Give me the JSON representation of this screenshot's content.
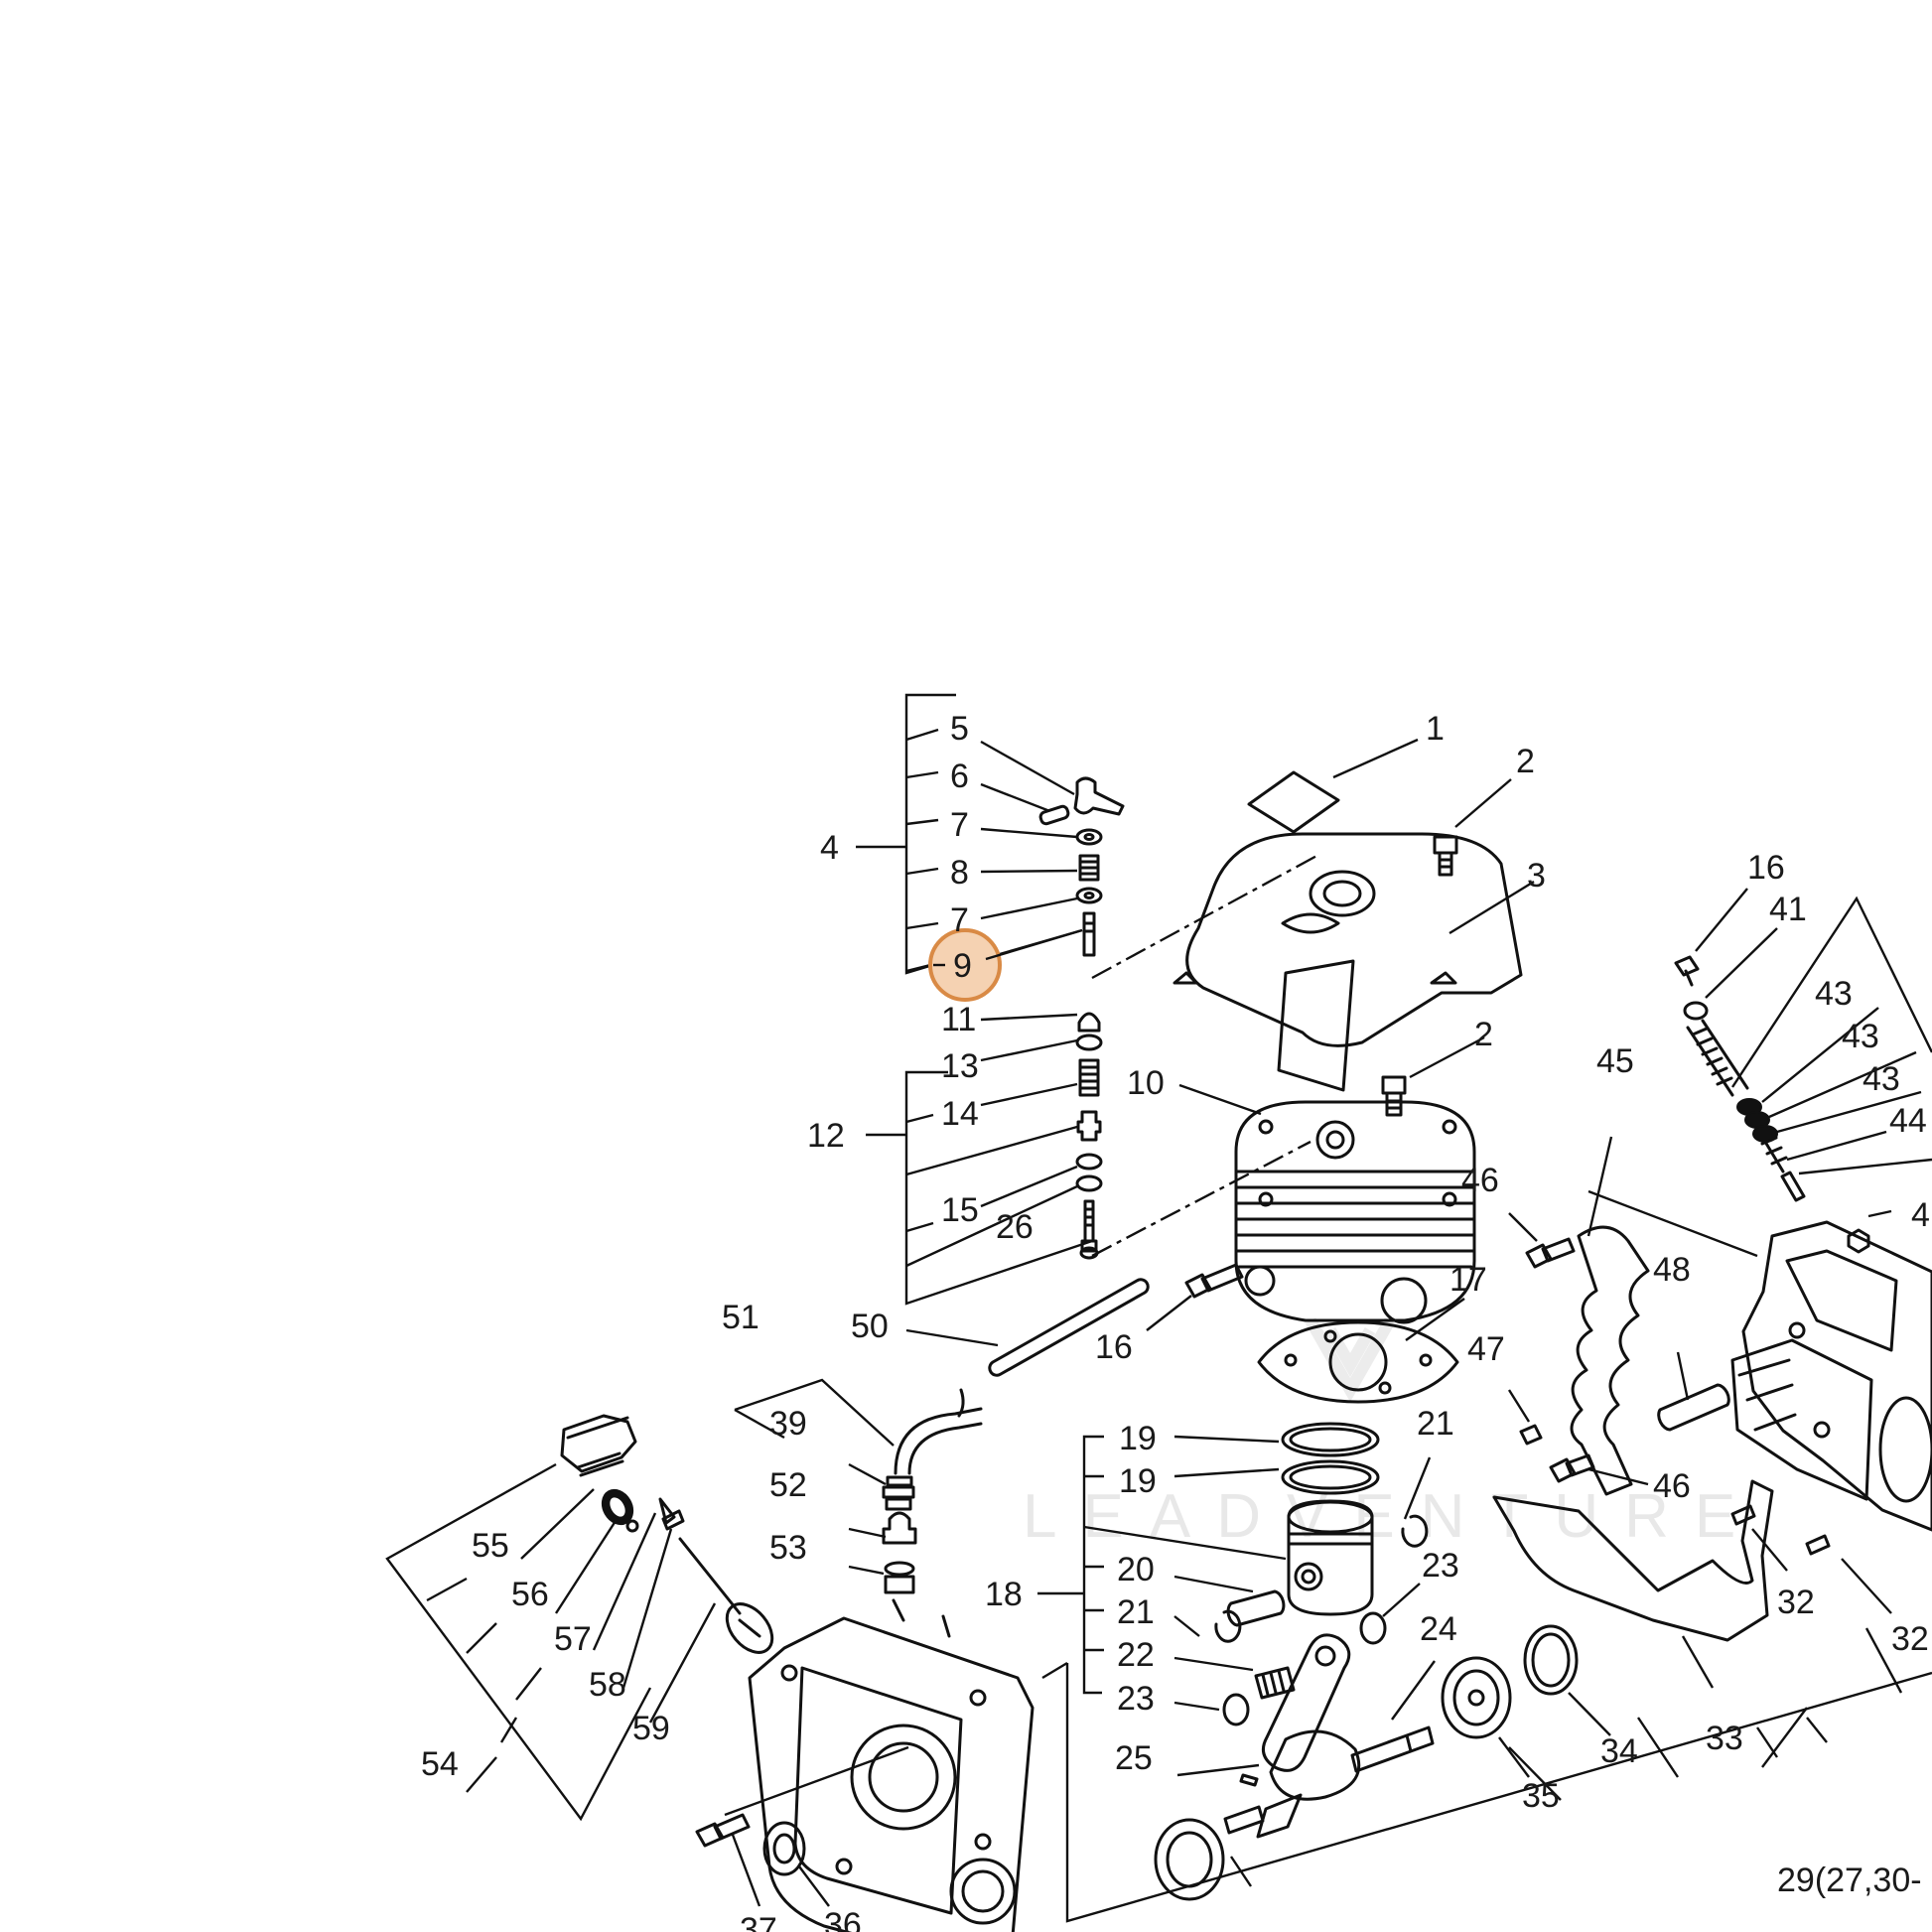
{
  "watermark": {
    "text": "LEADVENTURE"
  },
  "highlight": {
    "label": "9",
    "fill_color": "#f5d2b2",
    "stroke_color": "#d98a45"
  },
  "callouts": {
    "c1": "1",
    "c2a": "2",
    "c2b": "2",
    "c3": "3",
    "c4": "4",
    "c5": "5",
    "c6": "6",
    "c7a": "7",
    "c7b": "7",
    "c8": "8",
    "c10": "10",
    "c11": "11",
    "c12": "12",
    "c13": "13",
    "c14": "14",
    "c15": "15",
    "c16a": "16",
    "c16b": "16",
    "c17": "17",
    "c18": "18",
    "c19a": "19",
    "c19b": "19",
    "c20": "20",
    "c21a": "21",
    "c21b": "21",
    "c22": "22",
    "c23a": "23",
    "c23b": "23",
    "c24": "24",
    "c25": "25",
    "c26": "26",
    "c29": "29(27,30-",
    "c32a": "32",
    "c32b": "32",
    "c33": "33",
    "c34": "34",
    "c35": "35",
    "c36": "36",
    "c37": "37",
    "c39": "39",
    "c41": "41",
    "c43a": "43",
    "c43b": "43",
    "c43c": "43",
    "c44": "44",
    "c45": "45",
    "c46a": "46",
    "c46b": "46",
    "c47": "47",
    "c48": "48",
    "c50": "50",
    "c51": "51",
    "c52": "52",
    "c53": "53",
    "c54": "54",
    "c55": "55",
    "c56": "56",
    "c57": "57",
    "c58": "58",
    "c59": "59",
    "c4x": "4"
  }
}
